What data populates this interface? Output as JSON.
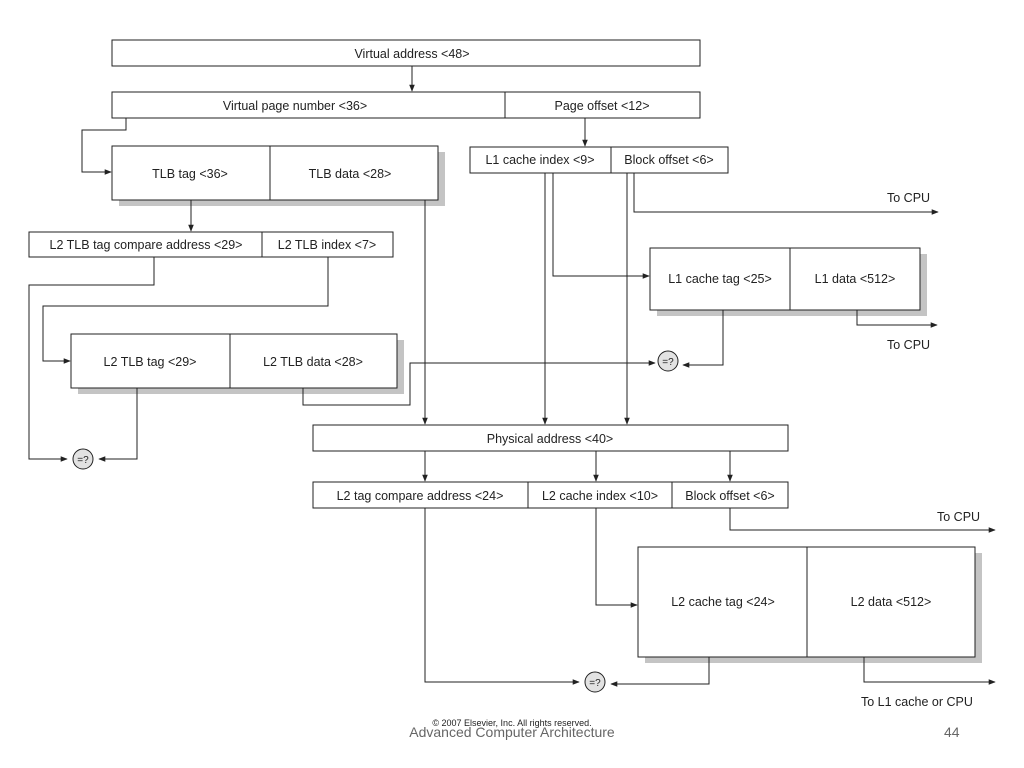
{
  "fields": {
    "virtual_address": "Virtual address <48>",
    "virtual_page_number": "Virtual page number <36>",
    "page_offset": "Page offset <12>",
    "tlb_tag": "TLB tag <36>",
    "tlb_data": "TLB data <28>",
    "l1_cache_index": "L1 cache index <9>",
    "l1_block_offset": "Block offset <6>",
    "l2_tlb_tag_compare": "L2 TLB tag compare address <29>",
    "l2_tlb_index": "L2 TLB index <7>",
    "l1_cache_tag": "L1 cache tag <25>",
    "l1_data": "L1 data <512>",
    "l2_tlb_tag": "L2 TLB tag <29>",
    "l2_tlb_data": "L2 TLB data <28>",
    "physical_address": "Physical address <40>",
    "l2_tag_compare": "L2 tag compare address <24>",
    "l2_cache_index": "L2 cache index <10>",
    "l2_block_offset": "Block offset <6>",
    "l2_cache_tag": "L2 cache tag <24>",
    "l2_data": "L2 data <512>"
  },
  "outputs": {
    "to_cpu_1": "To CPU",
    "to_cpu_2": "To CPU",
    "to_cpu_3": "To CPU",
    "to_l1_or_cpu": "To L1 cache or CPU"
  },
  "comparators": {
    "cmp_l1": "=?",
    "cmp_l2tlb": "=?",
    "cmp_l2": "=?"
  },
  "footer": {
    "copyright": "© 2007 Elsevier, Inc. All rights reserved.",
    "course": "Advanced Computer Architecture",
    "slide_number": "44"
  }
}
